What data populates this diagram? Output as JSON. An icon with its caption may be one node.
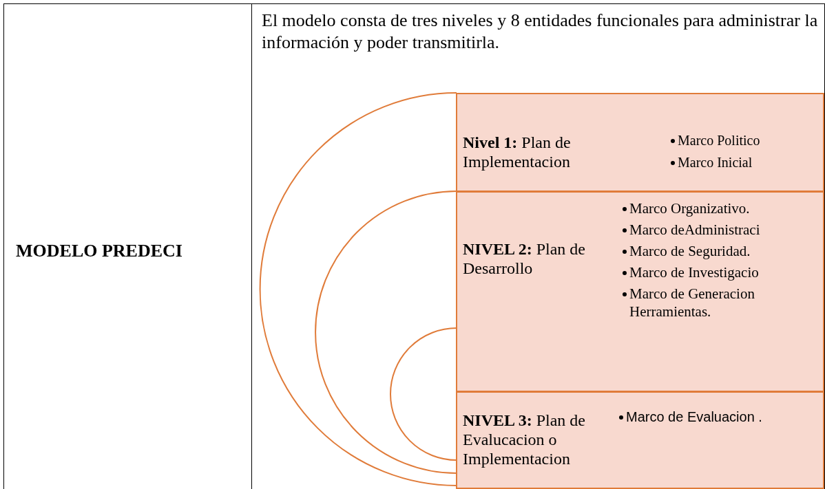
{
  "diagram": {
    "nodes": [
      {
        "text": [
          "MODELO PREDECI"
        ]
      },
      {
        "text": [
          "El modelo consta de tres niveles y 8 entidades funcionales para administrar la información y poder transmitirla."
        ]
      },
      {
        "text": [
          "**Nivel 1:** Plan de Implementacion",
          "Marco Politico",
          "Marco Inicial"
        ],
        "in": 1
      },
      {
        "text": [
          "**NIVEL 2:** Plan de Desarrollo",
          "Marco Organizativo.",
          "Marco deAdministraci",
          "Marco de Seguridad.",
          "Marco de Investigacio",
          "Marco de Generacion Herramientas."
        ],
        "in": 1
      },
      {
        "text": [
          "**NIVEL 3:** Plan de Evalucacion o Implementacion",
          "Marco de Evaluacion ."
        ],
        "in": 1
      }
    ]
  }
}
